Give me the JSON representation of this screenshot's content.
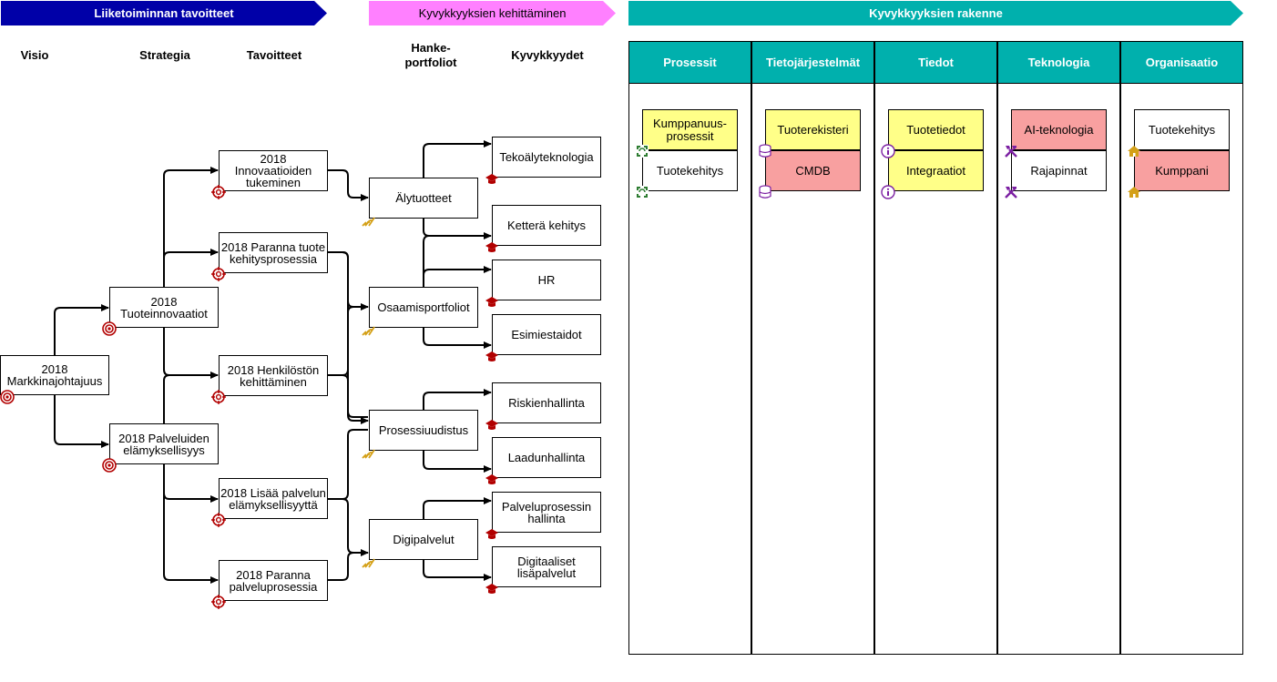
{
  "banners": {
    "liiketoiminta": "Liiketoiminnan tavoitteet",
    "kehittaminen": "Kyvykkyyksien kehittäminen",
    "rakenne": "Kyvykkyyksien rakenne"
  },
  "columns": {
    "visio": "Visio",
    "strategia": "Strategia",
    "tavoitteet": "Tavoitteet",
    "hanke": "Hanke-\nportfoliot",
    "kyvykkyydet": "Kyvykkyydet"
  },
  "vision": {
    "markkinajohtajuus": "2018 Markkinajohtajuus"
  },
  "strategies": {
    "tuoteinnovaatiot": "2018 Tuoteinnovaatiot",
    "palvelut": "2018 Palveluiden elämyksellisyys"
  },
  "goals": {
    "innovaatio": "2018 Innovaatioiden tukeminen",
    "tuotekehitys": "2018 Paranna tuotekehitysprosessia",
    "henkilosto": "2018 Henkilöstön kehittäminen",
    "elamyksellisyys": "2018 Lisää palvelun elämyksellisyyttä",
    "palveluprosessi": "2018 Paranna palveluprosessia"
  },
  "portfolios": {
    "alytuotteet": "Älytuotteet",
    "osaamis": "Osaamisportfoliot",
    "prosessi": "Prosessiuudistus",
    "digi": "Digipalvelut"
  },
  "capabilities": {
    "tekoaly": "Tekoälyteknologia",
    "ketteraa": "Ketterä kehitys",
    "hr": "HR",
    "esimies": "Esimiestaidot",
    "riskit": "Riskienhallinta",
    "laatu": "Laadunhallinta",
    "palveluprosessi": "Palveluprosessin hallinta",
    "digitaaliset": "Digitaaliset lisäpalvelut"
  },
  "structure": {
    "prosessit": {
      "title": "Prosessit",
      "items": [
        "Kumppanuus-\nprosessit",
        "Tuotekehitys"
      ]
    },
    "tietojarjestelmat": {
      "title": "Tietojärjestelmät",
      "items": [
        "Tuoterekisteri",
        "CMDB"
      ]
    },
    "tiedot": {
      "title": "Tiedot",
      "items": [
        "Tuotetiedot",
        "Integraatiot"
      ]
    },
    "teknologia": {
      "title": "Teknologia",
      "items": [
        "AI-teknologia",
        "Rajapinnat"
      ]
    },
    "organisaatio": {
      "title": "Organisaatio",
      "items": [
        "Tuotekehitys",
        "Kumppani"
      ]
    }
  },
  "colors": {
    "banner_blue": "#0000a8",
    "banner_pink": "#ff80ff",
    "banner_teal": "#00b0ad",
    "highlight_yellow": "#ffff88",
    "highlight_red": "#f8a0a0",
    "target_icon": "#b20000",
    "capability_icon": "#b20000",
    "portfolio_icon": "#d4a017"
  },
  "icons": {
    "vision": "target-icon",
    "strategy": "target-icon",
    "goal": "crosshair-target-icon",
    "portfolio": "stairs-icon",
    "capability": "graduation-cap-icon",
    "process": "recycle-icon",
    "system": "database-icon",
    "data": "info-icon",
    "technology": "tools-icon",
    "organization": "house-icon"
  }
}
